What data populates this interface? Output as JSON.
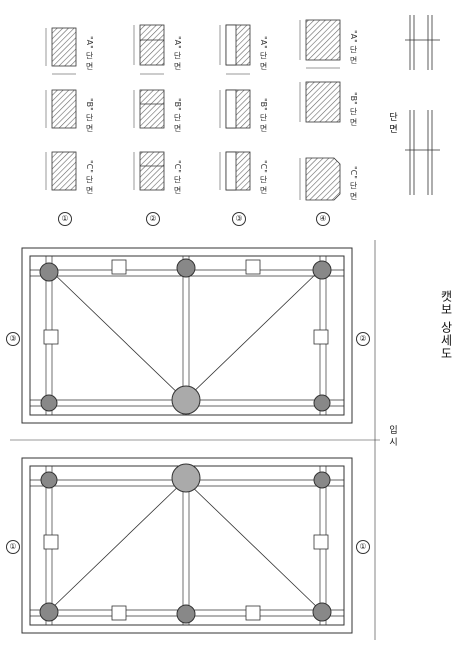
{
  "title": "캣보 상세도",
  "captions": {
    "elevation": "입 시",
    "section": "단 면"
  },
  "markers": [
    "①",
    "②",
    "③",
    "④"
  ],
  "plan_markers": [
    "①",
    "②",
    "③"
  ],
  "detail_labels": [
    "\"A\" 단 면",
    "\"B\" 단 면",
    "\"C\" 단 면"
  ],
  "colors": {
    "line": "#333333",
    "hatch": "#777777",
    "bg": "#ffffff"
  }
}
